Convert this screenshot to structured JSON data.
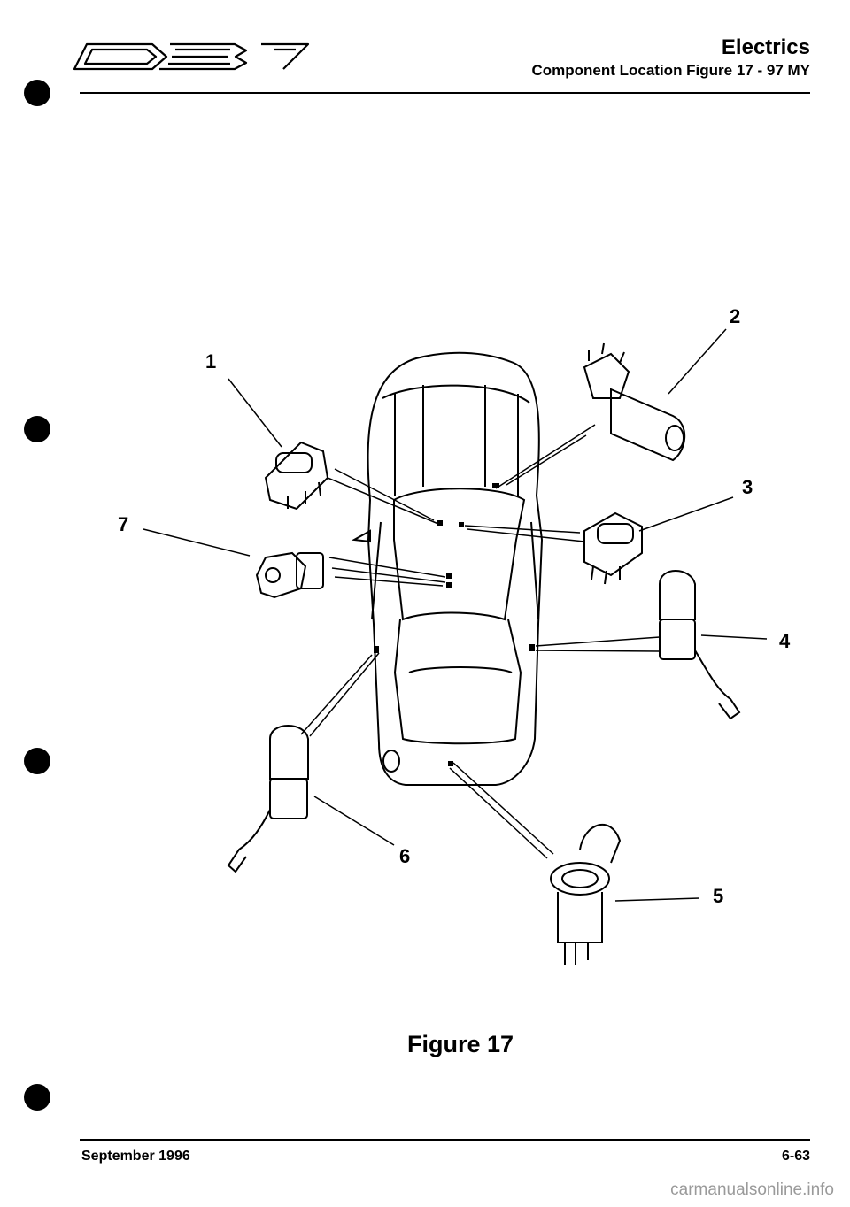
{
  "header": {
    "section": "Electrics",
    "subtitle": "Component Location Figure 17 - 97 MY"
  },
  "figure": {
    "caption": "Figure 17",
    "callouts": [
      "1",
      "2",
      "3",
      "4",
      "5",
      "6",
      "7"
    ]
  },
  "footer": {
    "date": "September 1996",
    "page": "6-63"
  },
  "watermark": "carmanualsonline.info"
}
